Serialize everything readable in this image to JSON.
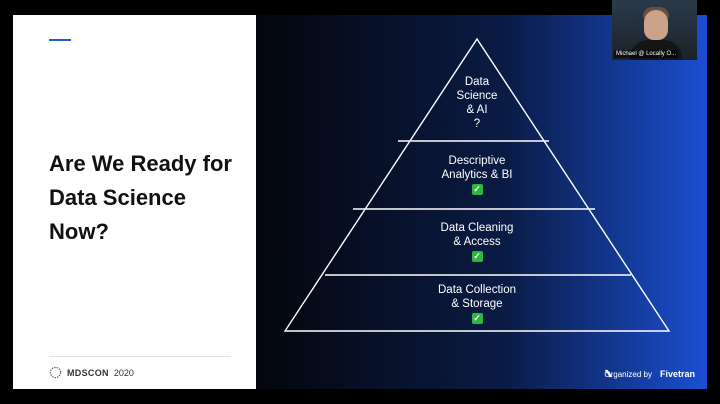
{
  "slide": {
    "title": "Are We Ready for Data Science Now?",
    "footer": {
      "brand": "MDSCON",
      "year": "2020"
    },
    "pyramid": [
      {
        "label": "Data Science & AI",
        "lines": [
          "Data",
          "Science",
          "& AI"
        ],
        "status": "?"
      },
      {
        "label": "Descriptive Analytics & BI",
        "lines": [
          "Descriptive",
          "Analytics & BI"
        ],
        "status": "✓"
      },
      {
        "label": "Data Cleaning & Access",
        "lines": [
          "Data Cleaning",
          "& Access"
        ],
        "status": "✓"
      },
      {
        "label": "Data Collection & Storage",
        "lines": [
          "Data Collection",
          "& Storage"
        ],
        "status": "✓"
      }
    ],
    "organized_by": "Organized by",
    "organizer": "Fivetran"
  },
  "webcam": {
    "label": "Michael @ Locally O..."
  },
  "colors": {
    "accent": "#1f5fd6",
    "check": "#2db742",
    "gradient_end": "#1a4fd1"
  }
}
